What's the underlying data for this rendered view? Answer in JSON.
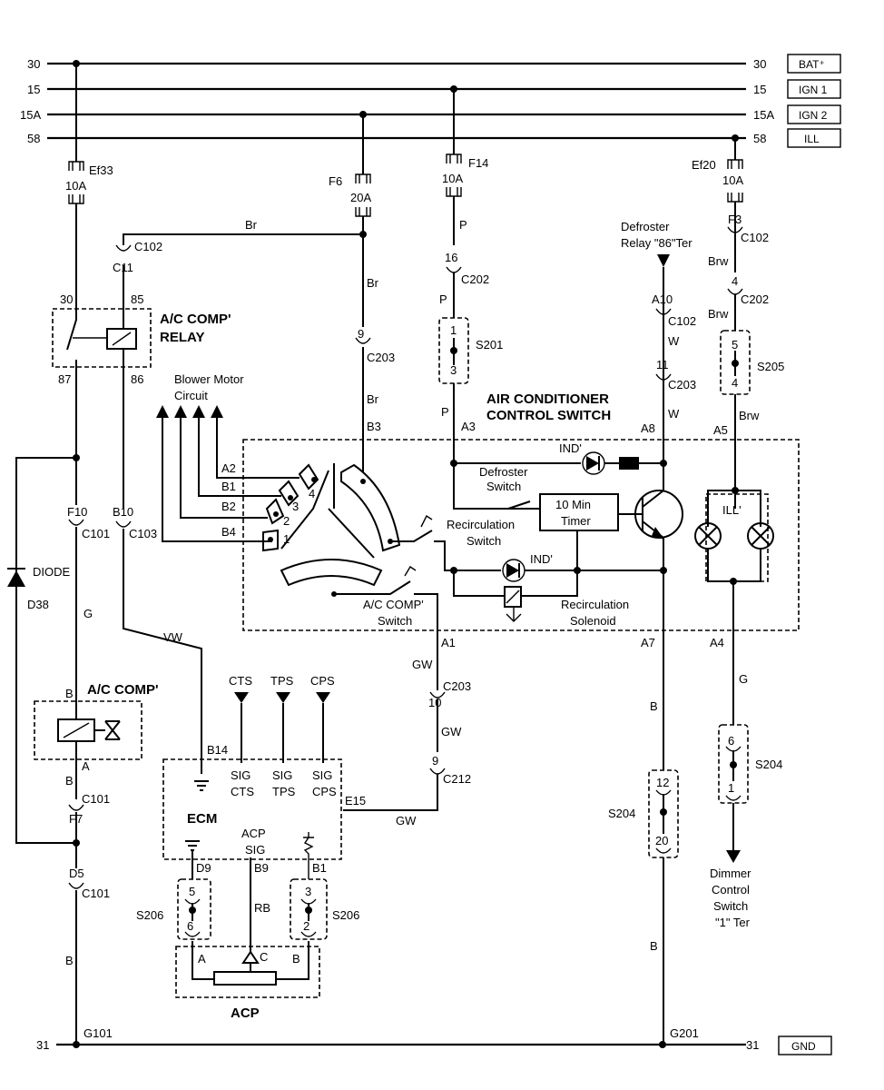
{
  "rails": [
    {
      "left": "30",
      "right": "30",
      "box": "BAT⁺"
    },
    {
      "left": "15",
      "right": "15",
      "box": "IGN 1"
    },
    {
      "left": "15A",
      "right": "15A",
      "box": "IGN 2"
    },
    {
      "left": "58",
      "right": "58",
      "box": "ILL"
    },
    {
      "left": "31",
      "right": "31",
      "box": "GND"
    }
  ],
  "fuses": [
    {
      "name": "Ef33",
      "rating": "10A"
    },
    {
      "name": "F6",
      "rating": "20A"
    },
    {
      "name": "F14",
      "rating": "10A"
    },
    {
      "name": "Ef20",
      "rating": "10A"
    }
  ],
  "relay": {
    "title_1": "A/C COMP'",
    "title_2": "RELAY",
    "pin30": "30",
    "pin85": "85",
    "pin87": "87",
    "pin86": "86"
  },
  "connectors": {
    "c102_a": "C102",
    "c11": "C11",
    "c102_b": "C102",
    "c202_a": "C202",
    "c202_b": "C202",
    "c102_c": "C102",
    "c203_a": "C203",
    "c203_b": "C203",
    "c101_a": "C101",
    "c103": "C103",
    "c203_c": "C203",
    "c212": "C212",
    "c101_b": "C101",
    "c101_c": "C101",
    "pin16": "16",
    "pin9_a": "9",
    "pin1_s201": "1",
    "pin3_s201": "3",
    "a10": "A10",
    "pin11": "11",
    "pin4_a": "4",
    "pin5_s205": "5",
    "pin4_s205": "4",
    "f3": "F3",
    "f10": "F10",
    "b10": "B10",
    "pin10": "10",
    "pin9_b": "9",
    "f7": "F7",
    "d5": "D5",
    "pin12": "12",
    "pin20": "20",
    "pin6_s204": "6",
    "pin1_s204": "1",
    "pin5_s206": "5",
    "pin6_s206": "6",
    "pin3_s206": "3",
    "pin2_s206": "2",
    "d9": "D9",
    "b9": "B9",
    "b1_ecm": "B1",
    "b14": "B14",
    "e15": "E15"
  },
  "splices": {
    "s201": "S201",
    "s205": "S205",
    "s204_a": "S204",
    "s204_b": "S204",
    "s206_a": "S206",
    "s206_b": "S206"
  },
  "wires": {
    "br_top": "Br",
    "br_mid": "Br",
    "br_low": "Br",
    "p_a": "P",
    "p_b": "P",
    "p_c": "P",
    "w_a": "W",
    "w_b": "W",
    "brw_a": "Brw",
    "brw_b": "Brw",
    "brw_c": "Brw",
    "g_left": "G",
    "vw": "VW",
    "gw_a": "GW",
    "gw_b": "GW",
    "gw_c": "GW",
    "b_a": "B",
    "b_b": "B",
    "b_c": "B",
    "b_d": "B",
    "g_right": "G",
    "rb": "RB"
  },
  "labels": {
    "blower_1": "Blower Motor",
    "blower_2": "Circuit",
    "acs_1": "AIR CONDITIONER",
    "acs_2": "CONTROL SWITCH",
    "defroster_relay_1": "Defroster",
    "defroster_relay_2": "Relay \"86\"Ter",
    "defroster_switch_1": "Defroster",
    "defroster_switch_2": "Switch",
    "timer_1": "10 Min",
    "timer_2": "Timer",
    "recirc_sw_1": "Recirculation",
    "recirc_sw_2": "Switch",
    "recirc_sol_1": "Recirculation",
    "recirc_sol_2": "Solenoid",
    "acc_sw_1": "A/C COMP'",
    "acc_sw_2": "Switch",
    "ind_1": "IND'",
    "ind_2": "IND'",
    "ill": "ILL'",
    "diode": "DIODE",
    "d38": "D38",
    "acc_comp": "A/C COMP'",
    "pin_b_top": "B",
    "pin_a_bot": "A",
    "ecm": "ECM",
    "cts": "CTS",
    "tps": "TPS",
    "cps": "CPS",
    "sig1": "SIG",
    "cts2": "CTS",
    "sig2": "SIG",
    "tps2": "TPS",
    "sig3": "SIG",
    "cps2": "CPS",
    "acp_sig_1": "ACP",
    "acp_sig_2": "SIG",
    "acp": "ACP",
    "acp_a": "A",
    "acp_c": "C",
    "acp_b": "B",
    "dimmer_1": "Dimmer",
    "dimmer_2": "Control",
    "dimmer_3": "Switch",
    "dimmer_4": "\"1\" Ter",
    "g101": "G101",
    "g201": "G201",
    "sw_a2": "A2",
    "sw_b1": "B1",
    "sw_b2": "B2",
    "sw_b4": "B4",
    "sw_b3": "B3",
    "sw_a3": "A3",
    "sw_a8": "A8",
    "sw_a5": "A5",
    "sw_a1": "A1",
    "sw_a7": "A7",
    "sw_a4": "A4",
    "pos1": "1",
    "pos2": "2",
    "pos3": "3",
    "pos4": "4"
  }
}
